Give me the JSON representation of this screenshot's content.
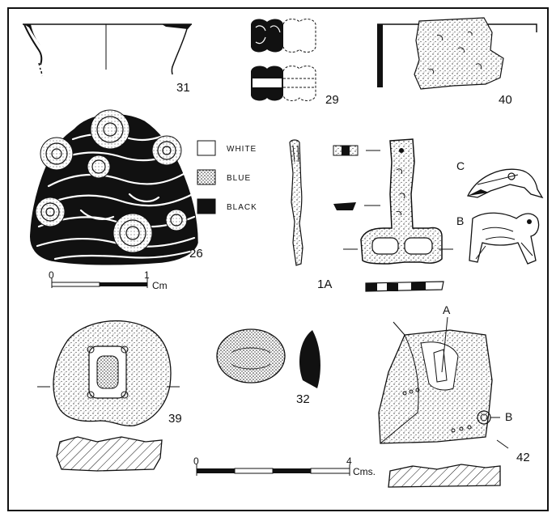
{
  "figure_numbers": {
    "n31": "31",
    "n29": "29",
    "n40": "40",
    "n26": "26",
    "n1a": "1A",
    "n39": "39",
    "n32": "32",
    "n42": "42"
  },
  "legend": {
    "white": "WHITE",
    "blue": "BLUE",
    "black": "BLACK"
  },
  "detail_labels": {
    "c": "C",
    "b": "B",
    "a42": "A",
    "b42": "B"
  },
  "scale_small": {
    "zero": "0",
    "one": "1",
    "unit": "Cm"
  },
  "scale_large": {
    "zero": "0",
    "four": "4",
    "unit": "Cms."
  }
}
